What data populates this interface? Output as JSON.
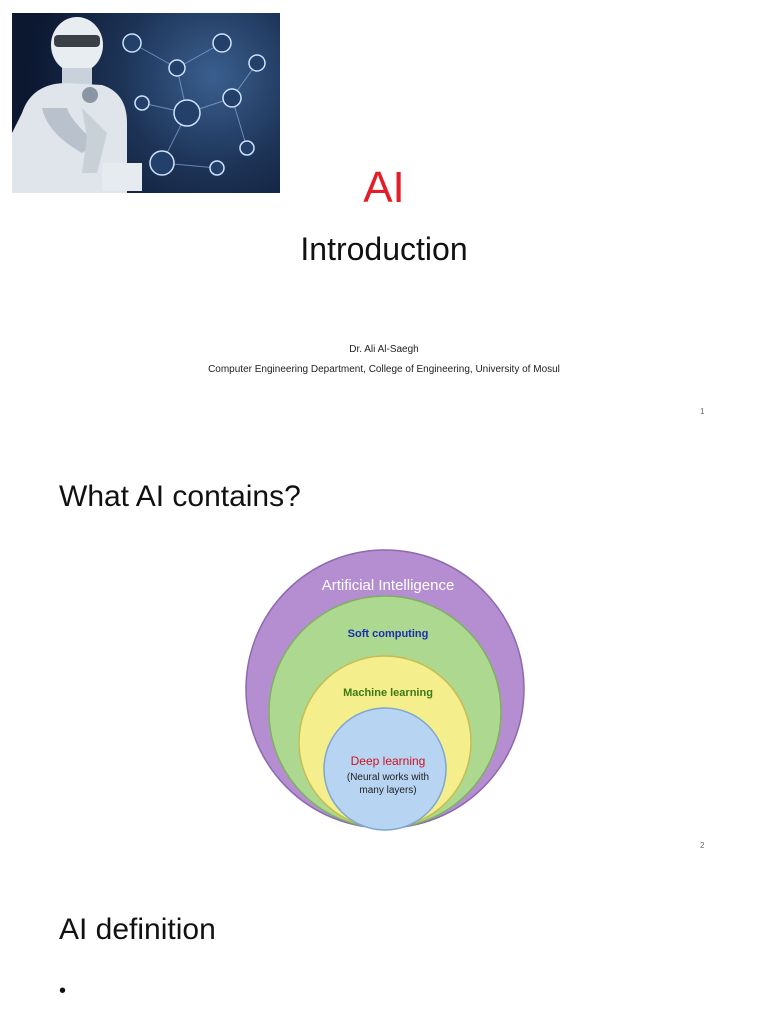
{
  "slide1": {
    "title": "AI",
    "subtitle": "Introduction",
    "author": "Dr. Ali Al-Saegh",
    "affiliation": "Computer Engineering Department, College of Engineering, University of Mosul",
    "page_number": "1"
  },
  "slide2": {
    "heading": "What AI contains?",
    "diagram": {
      "outer": "Artificial Intelligence",
      "level2": "Soft computing",
      "level3": "Machine learning",
      "inner": "Deep learning",
      "inner_note_line1": "(Neural works with",
      "inner_note_line2": "many layers)"
    },
    "page_number": "2"
  },
  "slide3": {
    "heading": "AI definition",
    "bullet": "•"
  },
  "colors": {
    "title_red": "#e41e26",
    "ai_circle": "#b48ed1",
    "soft_circle": "#acd88f",
    "ml_circle": "#f5ee8c",
    "dl_circle": "#b7d4f2",
    "soft_text": "#1b2fb0",
    "ml_text": "#3d7a16",
    "dl_text": "#d0121e"
  },
  "icons": [
    "robot-thinker-image",
    "network-icons"
  ]
}
